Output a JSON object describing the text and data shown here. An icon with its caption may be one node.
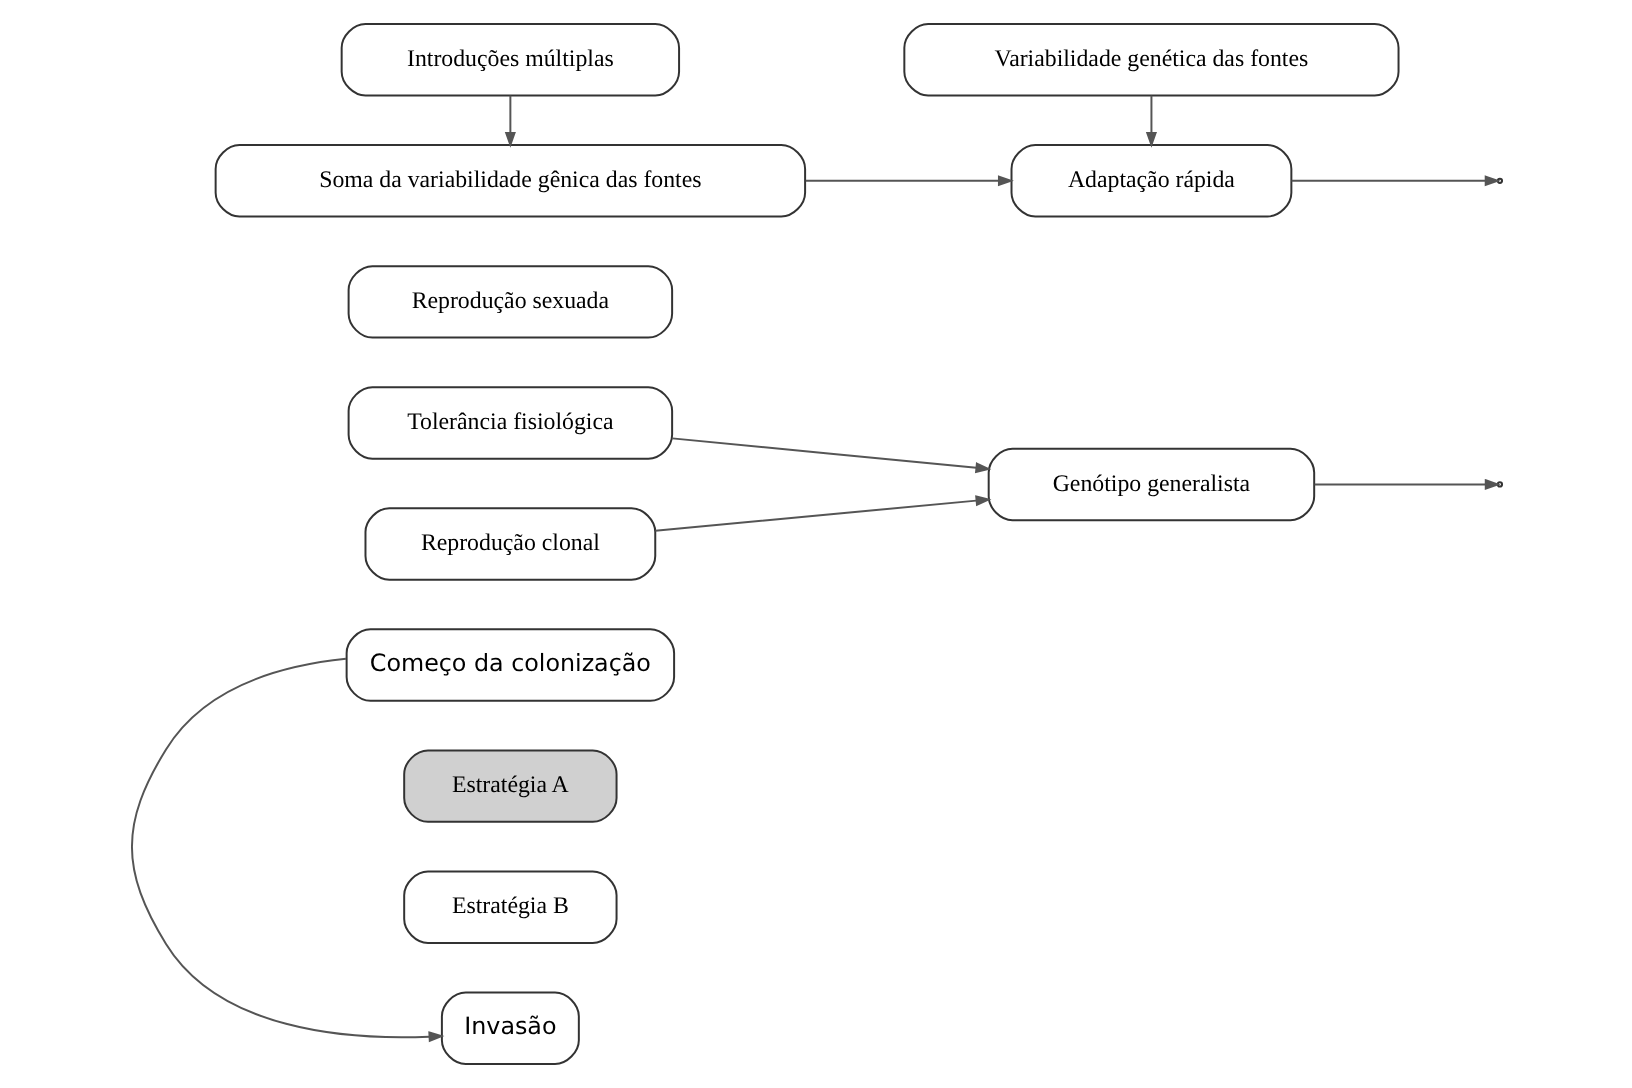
{
  "diagram": {
    "nodes": [
      {
        "text": [
          "Começo da colonização"
        ]
      },
      {
        "text": [
          "Tolerância fisiológica"
        ]
      },
      {
        "text": [
          "Reprodução clonal"
        ]
      },
      {
        "text": [
          "Genótipo generalista"
        ]
      },
      {
        "text": [
          "Estratégia A"
        ]
      },
      {
        "text": [
          "Reprodução sexuada"
        ]
      },
      {
        "text": [
          "Estratégia B"
        ]
      },
      {
        "text": [
          "Adaptação rápida"
        ]
      },
      {
        "text": [
          "Soma da variabilidade gênica das fontes"
        ]
      },
      {
        "text": [
          "Invasão"
        ]
      },
      {
        "text": [
          "Introduções múltiplas"
        ]
      },
      {
        "text": [
          "Variabilidade genética das fontes"
        ]
      }
    ],
    "edges": [
      {
        "from": 1,
        "to": 3,
        "arrow": "to"
      },
      {
        "from": 2,
        "to": 3,
        "arrow": "to"
      },
      {
        "from": 3,
        "to": null,
        "arrow": "to"
      },
      {
        "from": 0,
        "to": 9,
        "arrow": "to"
      },
      {
        "from": 8,
        "to": 7,
        "arrow": "to"
      },
      {
        "from": 7,
        "to": null,
        "arrow": "to"
      },
      {
        "from": 10,
        "to": 8,
        "arrow": "to"
      },
      {
        "from": 11,
        "to": 7,
        "arrow": "to"
      }
    ]
  }
}
